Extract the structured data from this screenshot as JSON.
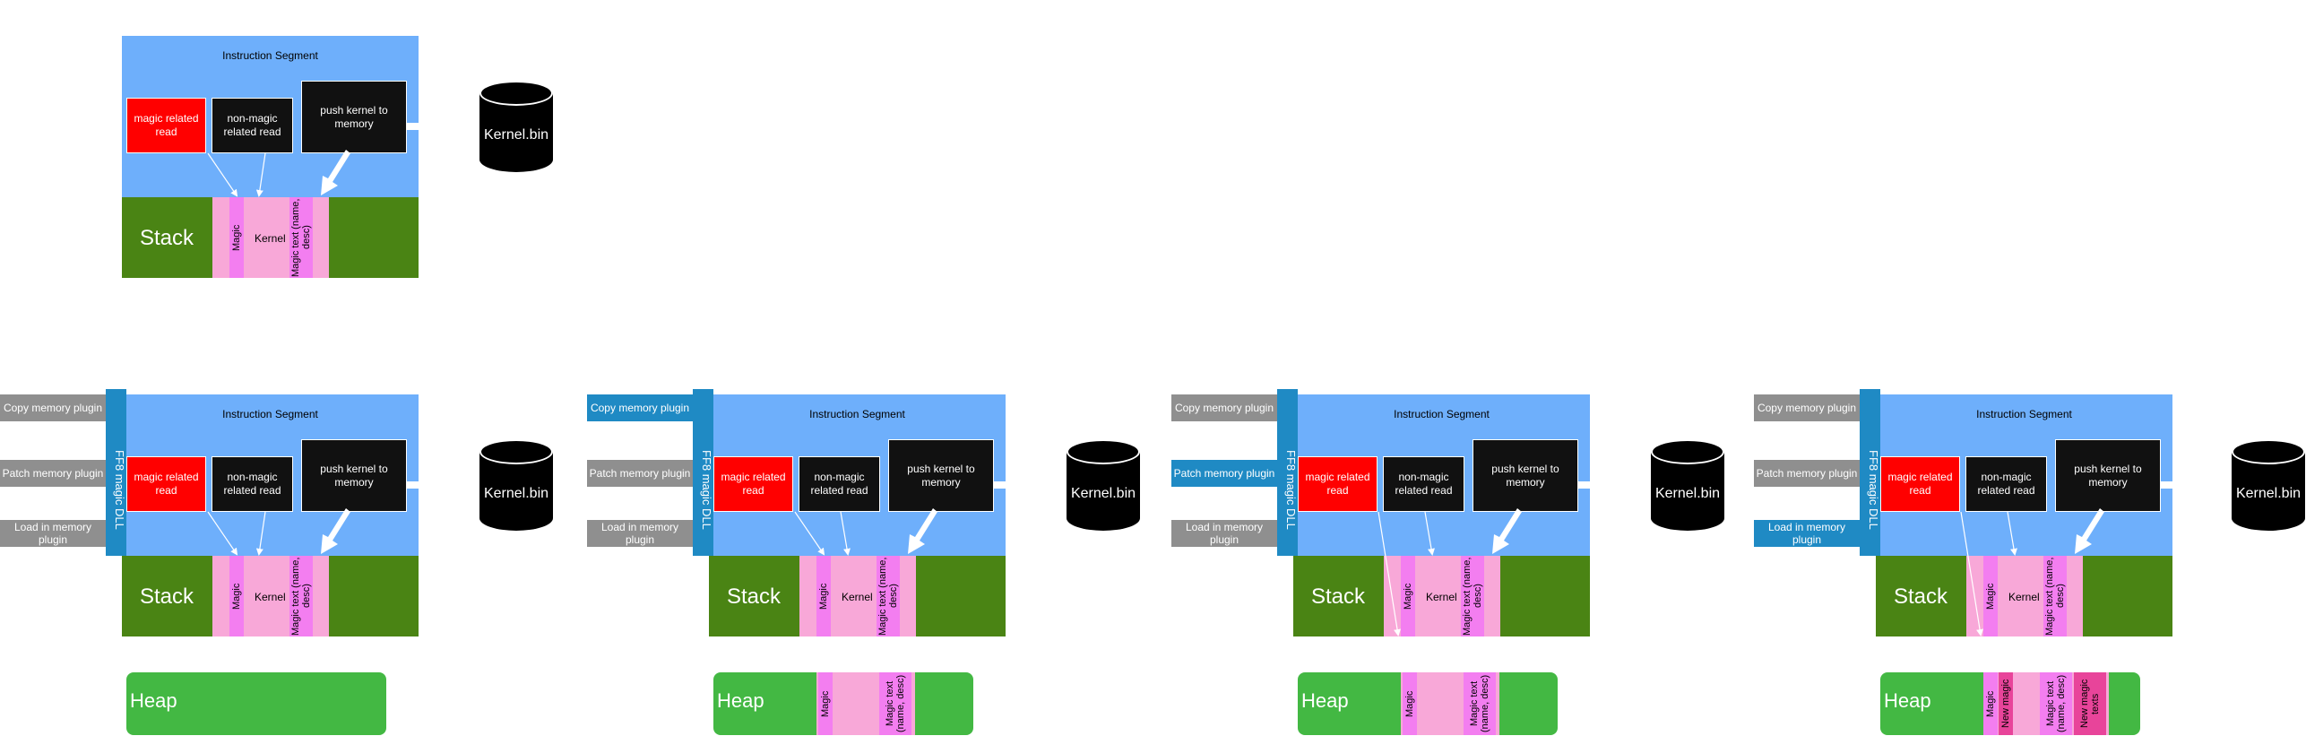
{
  "colors": {
    "instruction_segment": "#6eaffb",
    "magic_read": "#ff0000",
    "box_dark": "#111111",
    "stack": "#4a8414",
    "stack_region": "#f8a8d8",
    "magic_strip": "#f37ef0",
    "new_magic": "#e8449a",
    "dll": "#1f8ac4",
    "plugin_idle": "#8f8f8f",
    "heap": "#43b843",
    "cylinder": "#000000"
  },
  "labels": {
    "instruction_segment": "Instruction Segment",
    "magic_related_read": "magic related read",
    "non_magic_related_read": "non-magic related read",
    "push_kernel": "push kernel to memory",
    "stack": "Stack",
    "magic": "Magic",
    "kernel": "Kernel",
    "magic_text": "Magic text (name, desc)",
    "kernel_bin": "Kernel.bin",
    "dll": "FF8 magic DLL",
    "copy_plugin": "Copy memory plugin",
    "patch_plugin": "Patch memory plugin",
    "load_plugin": "Load in memory plugin",
    "heap": "Heap",
    "new_magic": "New magic",
    "new_magic_texts": "New magic texts"
  },
  "icons": [
    "database-cylinder-icon",
    "arrow-icon"
  ],
  "panels": [
    {
      "id": "original",
      "has_dll": false,
      "active_plugin": "none",
      "heap": "none"
    },
    {
      "id": "plugin-idle",
      "has_dll": true,
      "active_plugin": "none",
      "heap": "empty"
    },
    {
      "id": "copy-step",
      "has_dll": true,
      "active_plugin": "copy",
      "heap": "copied"
    },
    {
      "id": "patch-step",
      "has_dll": true,
      "active_plugin": "patch",
      "heap": "copied"
    },
    {
      "id": "load-step",
      "has_dll": true,
      "active_plugin": "load",
      "heap": "extended"
    }
  ]
}
